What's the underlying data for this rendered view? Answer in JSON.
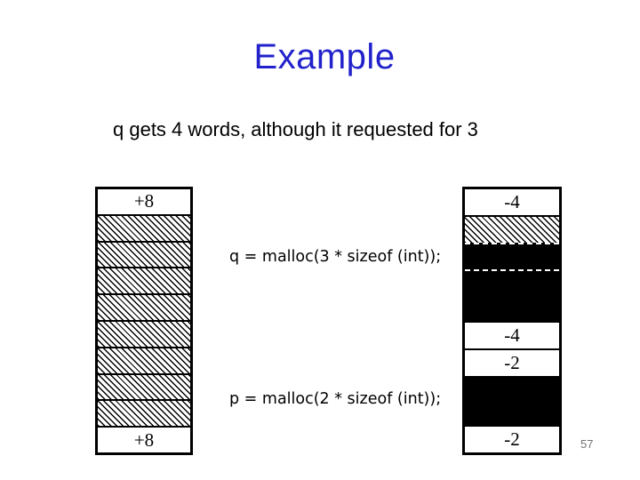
{
  "slide": {
    "title": "Example",
    "subtitle": "q gets 4 words, although it requested for 3",
    "page_number": "57"
  },
  "code": {
    "q_call": "q = malloc(3 * sizeof (int));",
    "p_call": "p = malloc(2 * sizeof (int));"
  },
  "memory_columns": {
    "left": {
      "top_tag": "+8",
      "bottom_tag": "+8",
      "hatched_word_cells": 8,
      "cells_top_to_bottom": [
        "tag:+8",
        "hatched",
        "hatched",
        "hatched",
        "hatched",
        "hatched",
        "hatched",
        "hatched",
        "hatched",
        "tag:+8"
      ]
    },
    "right": {
      "top_tag": "-4",
      "mid_tag_size": "-4",
      "mid_tag_prev": "-2",
      "bottom_tag": "-2",
      "cells_top_to_bottom": [
        "tag:-4",
        "hatched",
        "allocated-word",
        "allocated-2-words",
        "tag:-4",
        "tag:-2",
        "allocated-2-words",
        "tag:-2"
      ]
    }
  },
  "colors": {
    "title": "#2222cc",
    "body_text": "#000000",
    "allocated_fill": "#000000",
    "page_number": "#737373",
    "background": "#ffffff"
  }
}
